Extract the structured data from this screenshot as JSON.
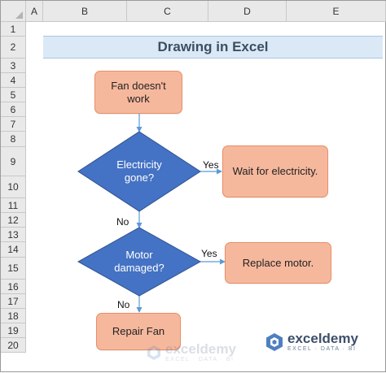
{
  "sheet": {
    "columns": [
      "A",
      "B",
      "C",
      "D",
      "E"
    ],
    "rows": [
      "1",
      "2",
      "3",
      "4",
      "5",
      "6",
      "7",
      "8",
      "9",
      "10",
      "11",
      "12",
      "13",
      "14",
      "15",
      "16",
      "17",
      "18",
      "19",
      "20"
    ]
  },
  "title": "Drawing in Excel",
  "flowchart": {
    "start": "Fan doesn't work",
    "decision1": {
      "line1": "Electricity",
      "line2": "gone?",
      "yes": "Yes",
      "no": "No"
    },
    "action1": "Wait for electricity.",
    "decision2": {
      "line1": "Motor",
      "line2": "damaged?",
      "yes": "Yes",
      "no": "No"
    },
    "action2": "Replace motor.",
    "end": "Repair Fan"
  },
  "watermark": {
    "name": "exceldemy",
    "tagline": "EXCEL · DATA · BI"
  },
  "colors": {
    "process_fill": "#f6b89d",
    "process_border": "#e98d68",
    "decision_fill": "#4472c4",
    "connector": "#5b9bd5",
    "title_band": "#dbe9f6",
    "title_text": "#3d4e63"
  },
  "icons": {
    "watermark_logo": "exceldemy-logo-icon"
  }
}
